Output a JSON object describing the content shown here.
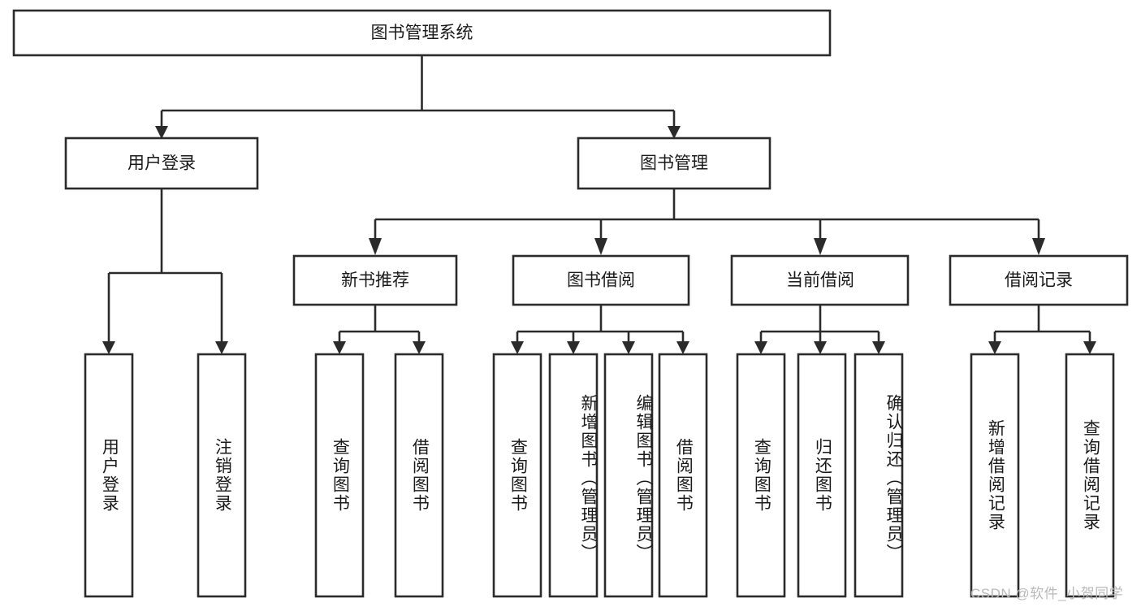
{
  "diagram": {
    "type": "tree-hierarchy",
    "title": "图书管理系统",
    "orientation": "top-down",
    "colors": {
      "box_fill": "#ffffff",
      "box_stroke": "#2b2b2b",
      "text": "#1a1a1a",
      "watermark": "#b9b9b9",
      "background": "#ffffff"
    },
    "root": {
      "label": "图书管理系统"
    },
    "level2": [
      {
        "label": "用户登录"
      },
      {
        "label": "图书管理"
      }
    ],
    "level3": [
      {
        "label": "新书推荐"
      },
      {
        "label": "图书借阅"
      },
      {
        "label": "当前借阅"
      },
      {
        "label": "借阅记录"
      }
    ],
    "leaves": {
      "user_login": [
        {
          "label": "用户登录"
        },
        {
          "label": "注销登录"
        }
      ],
      "new_book_recommend": [
        {
          "label": "查询图书"
        },
        {
          "label": "借阅图书"
        }
      ],
      "book_borrow": [
        {
          "label": "查询图书"
        },
        {
          "label": "新增图书（管理员）"
        },
        {
          "label": "编辑图书（管理员）"
        },
        {
          "label": "借阅图书"
        }
      ],
      "current_borrow": [
        {
          "label": "查询图书"
        },
        {
          "label": "归还图书"
        },
        {
          "label": "确认归还（管理员）"
        }
      ],
      "borrow_record": [
        {
          "label": "新增借阅记录"
        },
        {
          "label": "查询借阅记录"
        }
      ]
    }
  },
  "watermark": {
    "text": "CSDN @软件_小贺同学"
  }
}
